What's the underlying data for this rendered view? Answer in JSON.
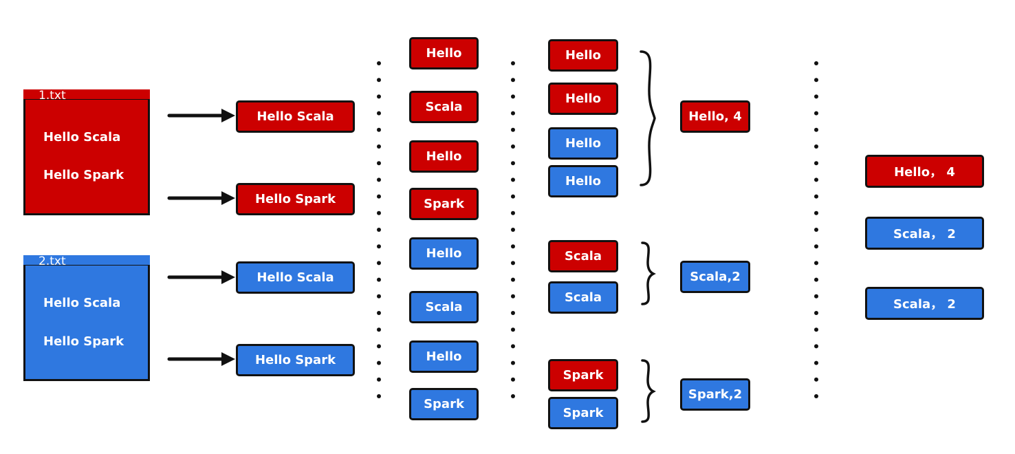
{
  "files": [
    {
      "name": "1.txt",
      "color": "#cc0000",
      "lines": [
        "Hello Scala",
        "Hello Spark"
      ]
    },
    {
      "name": "2.txt",
      "color": "#2f78e0",
      "lines": [
        "Hello Scala",
        "Hello Spark"
      ]
    }
  ],
  "lines_col": [
    "Hello Scala",
    "Hello Spark",
    "Hello Scala",
    "Hello Spark"
  ],
  "words_col": [
    "Hello",
    "Scala",
    "Hello",
    "Spark",
    "Hello",
    "Scala",
    "Hello",
    "Spark"
  ],
  "groups_col": [
    "Hello",
    "Hello",
    "Hello",
    "Hello",
    "Scala",
    "Scala",
    "Spark",
    "Spark"
  ],
  "counts_col": [
    "Hello, 4",
    "Scala,2",
    "Spark,2"
  ],
  "results_col": [
    "Hello， 4",
    "Scala， 2",
    "Scala， 2"
  ],
  "colors": {
    "red": "#cc0000",
    "blue": "#2f78e0",
    "outline": "#111111"
  }
}
